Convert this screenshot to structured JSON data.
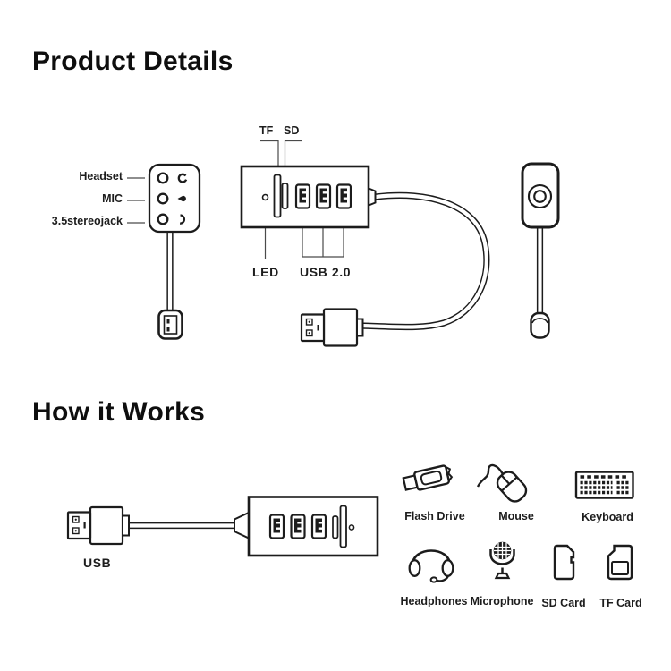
{
  "colors": {
    "ink": "#1c1c1c",
    "leader": "#4a4a4a",
    "background": "#ffffff"
  },
  "product_details": {
    "heading": "Product Details",
    "adapter": {
      "labels": [
        "Headset",
        "MIC",
        "3.5stereojack"
      ]
    },
    "hub": {
      "tf": "TF",
      "sd": "SD",
      "led": "LED",
      "usb2": "USB 2.0"
    }
  },
  "how_it_works": {
    "heading": "How it Works",
    "usb_label": "USB",
    "devices": [
      {
        "label": "Flash Drive"
      },
      {
        "label": "Mouse"
      },
      {
        "label": "Keyboard"
      },
      {
        "label": "Headphones"
      },
      {
        "label": "Microphone"
      },
      {
        "label": "SD Card"
      },
      {
        "label": "TF Card"
      }
    ]
  }
}
